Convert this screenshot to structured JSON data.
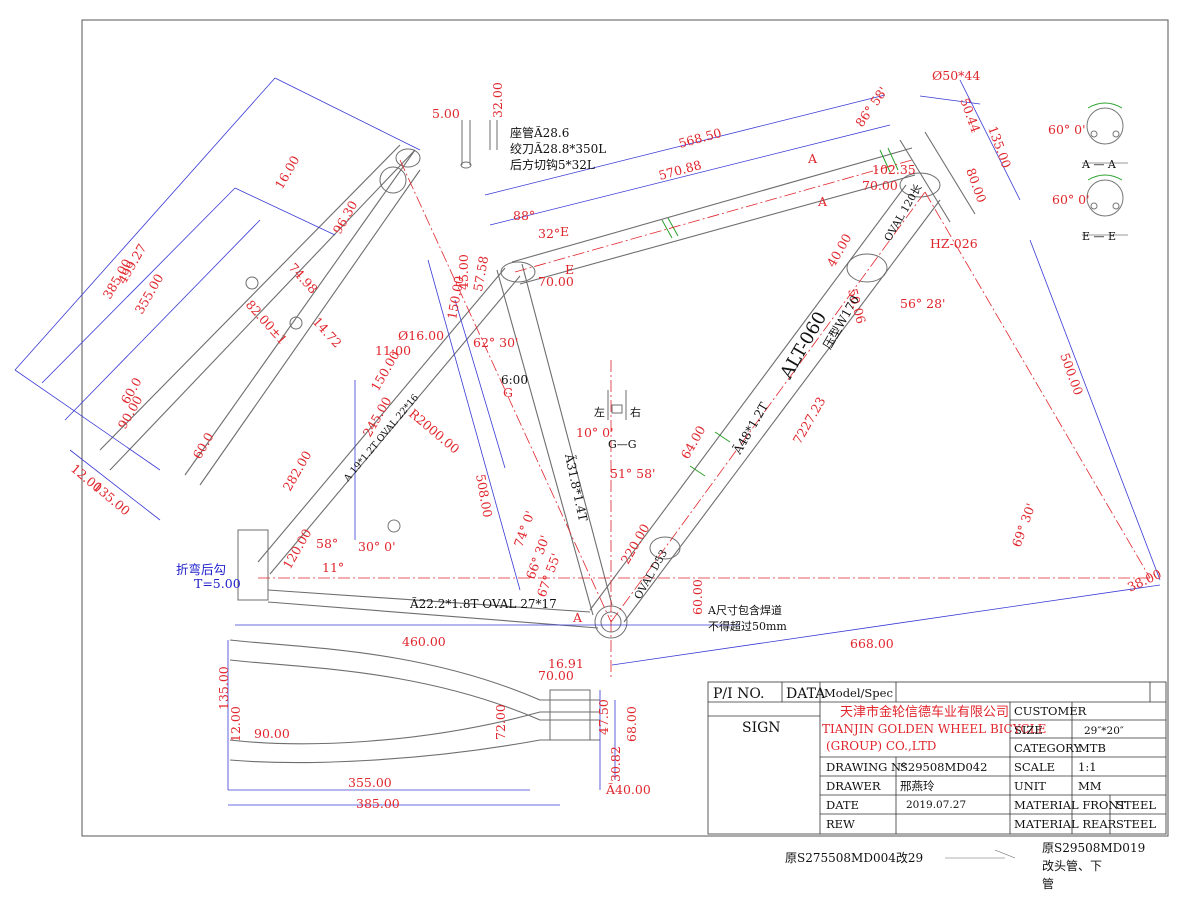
{
  "notes": {
    "seatpost": "座管Ã28.6",
    "reamer": "绞刀Ã28.8*350L",
    "rear_hook": "后方切钩5*32L",
    "bend_hook": "折弯后勾",
    "bend_t": "T=5.00",
    "weld_note_1": "A尺寸包含焊道",
    "weld_note_2": "不得超过50mm",
    "left": "左",
    "right": "右",
    "gg": "G—G",
    "aa": "A — A",
    "ee": "E — E",
    "orig_1": "原S275508MD004改29",
    "orig_2a": "原S29508MD019",
    "orig_2b": "改头管、下",
    "orig_2c": "管"
  },
  "tube_labels": {
    "down_tube_model": "ALT-060",
    "down_tube_press": "压型W170",
    "down_tube_spec": "Ã48*1.2T",
    "seat_tube_spec": "Ã31.8*1.4T",
    "chainstay_spec": "Ã22.2*1.8T OVAL 27*17",
    "seatstay_spec": "A 19*1.2T OVAL 22*16",
    "oval_120": "OVAL 120长",
    "oval_d53": "OVAL D53",
    "hz": "HZ-026"
  },
  "dimensions": {
    "d5": "5.00",
    "d32": "32.00",
    "d568": "568.50",
    "d570": "570.88",
    "d499": "499.27",
    "d385a": "385.00",
    "d355a": "355.00",
    "d16": "16.00",
    "d96": "96.30",
    "d7498": "74.98",
    "d82": "82.00±1",
    "d1472": "14.72",
    "d600a": "60.0",
    "d90a": "90.00",
    "d600b": "60.0",
    "d12a": "12.00",
    "d135a": "135.00",
    "d16dia": "Ø16.00",
    "d1100": "11:00",
    "d150a": "150.00",
    "r2000": "R2000.00",
    "d245": "245.00",
    "d282": "282.00",
    "d120": "120.00",
    "d4500": "45.00",
    "d5758": "57.58",
    "d150b": "150.00",
    "d70a": "70.00",
    "d600c": "6:00",
    "d508": "508.00",
    "d460": "460.00",
    "d668": "668.00",
    "d50": "Ø50*44",
    "d5044": "50.44",
    "d135b": "135.00",
    "d10235": "102.35",
    "d70b": "70.00",
    "d80": "80.00",
    "d40": "40.00",
    "d5006": "50.06",
    "d500": "500.00",
    "d72723": "7227.23",
    "d64": "64.00",
    "d220": "220.00",
    "d60c": "60.00",
    "d38": "38.00",
    "d1691": "16.91",
    "d70c": "70.00",
    "d4750": "47.50",
    "d68": "68.00",
    "d3082": "30.82",
    "d40dia": "Ã40.00",
    "d72": "72.00",
    "d135c": "135.00",
    "d12b": "12.00",
    "d90b": "90.00",
    "d355b": "355.00",
    "d385b": "385.00"
  },
  "angles": {
    "a8658": "86° 58'",
    "a88": "88°",
    "a32": "32°",
    "a6230": "62° 30'",
    "a5628": "56° 28'",
    "a5158": "51° 58'",
    "a740": "74° 0'",
    "a6630": "66° 30'",
    "a6755": "67° 55'",
    "a6930": "69° 30'",
    "a58": "58°",
    "a11": "11°",
    "a300": "30° 0'",
    "a100": "10° 0'",
    "a600a": "60° 0'",
    "a600b": "60° 0'"
  },
  "section_marks": {
    "a": "A",
    "e": "E",
    "g": "G"
  },
  "title_block": {
    "pi_no": "P/I NO.",
    "data": "DATA",
    "model_spec": "Model/Spec",
    "sign": "SIGN",
    "company_cn": "天津市金轮信德车业有限公司",
    "company_en_1": "TIANJIN GOLDEN WHEEL BICYCLE",
    "company_en_2": "(GROUP) CO.,LTD",
    "customer_label": "CUSTOMER",
    "customer_value": "",
    "size_label": "SIZE",
    "size_value": "29″*20″",
    "category_label": "CATEGORY",
    "category_value": "MTB",
    "drawing_no_label": "DRAWING N°",
    "drawing_no_value": "S29508MD042",
    "scale_label": "SCALE",
    "scale_value": "1:1",
    "drawer_label": "DRAWER",
    "drawer_value": "邢燕玲",
    "unit_label": "UNIT",
    "unit_value": "MM",
    "date_label": "DATE",
    "date_value": "2019.07.27",
    "mat_front_label": "MATERIAL FRONT",
    "mat_front_value": "STEEL",
    "rew_label": "REW",
    "rew_value": "",
    "mat_rear_label": "MATERIAL REAR",
    "mat_rear_value": "STEEL"
  },
  "colors": {
    "dim_red": "#e0262d",
    "dim_blue": "#3a3ad6",
    "frame_gray": "#707070",
    "green": "#2aa02a"
  }
}
